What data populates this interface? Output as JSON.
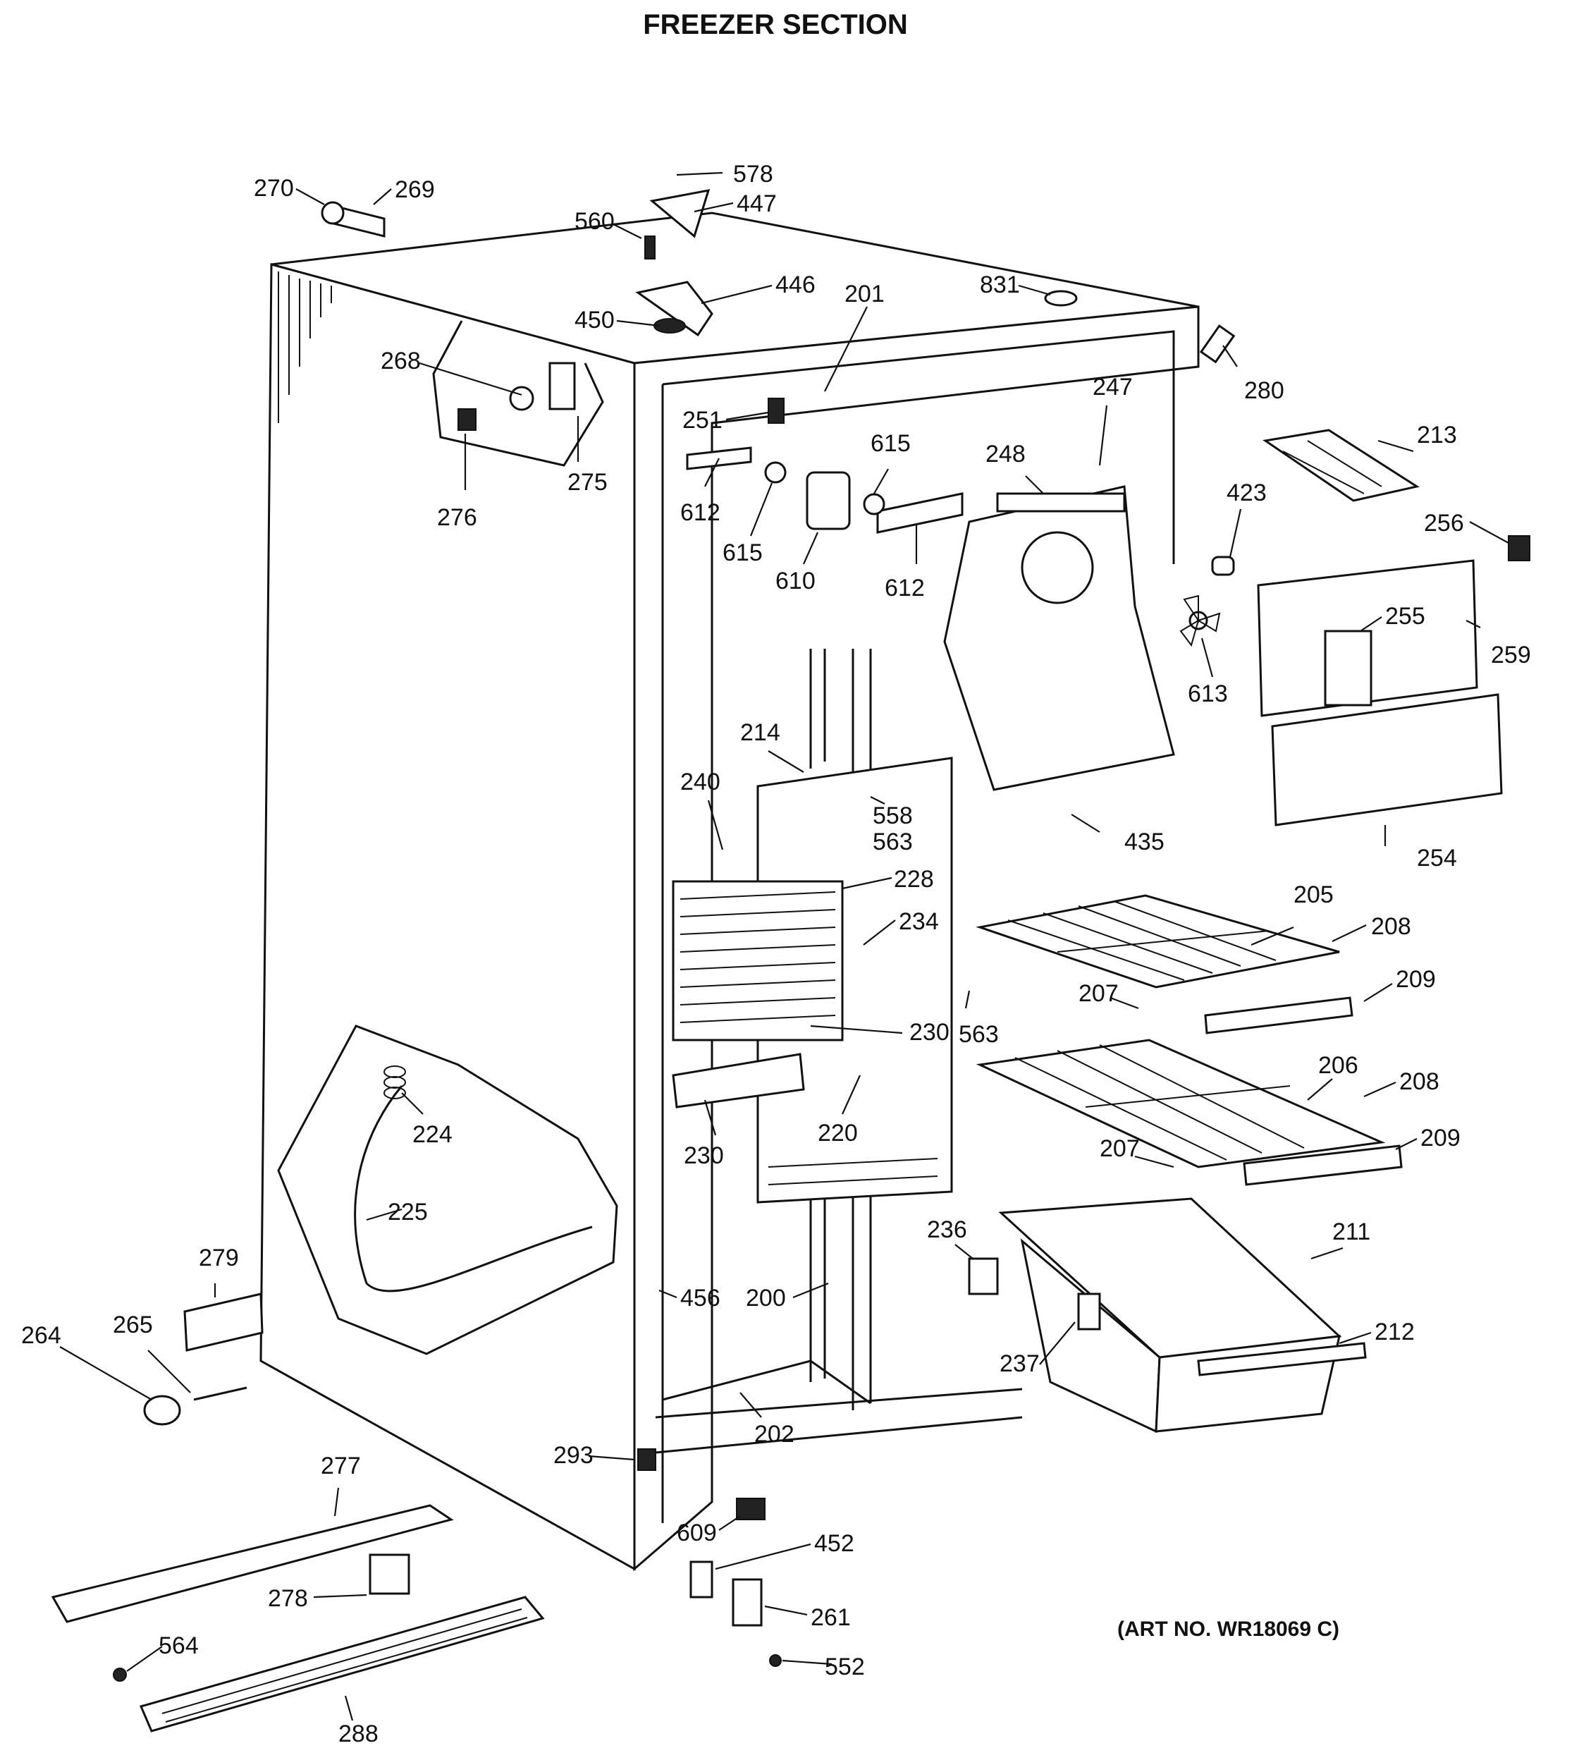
{
  "header": {
    "title": "FREEZER SECTION"
  },
  "footer": {
    "art_number": "(ART NO. WR18069 C)"
  },
  "callouts": [
    "270",
    "269",
    "578",
    "447",
    "560",
    "446",
    "450",
    "201",
    "831",
    "280",
    "268",
    "275",
    "276",
    "251",
    "612",
    "615",
    "610",
    "247",
    "248",
    "213",
    "423",
    "256",
    "255",
    "259",
    "613",
    "214",
    "240",
    "558",
    "563",
    "228",
    "234",
    "435",
    "254",
    "205",
    "208",
    "209",
    "207",
    "230",
    "220",
    "206",
    "224",
    "225",
    "279",
    "236",
    "211",
    "456",
    "200",
    "237",
    "212",
    "264",
    "265",
    "202",
    "293",
    "277",
    "609",
    "452",
    "278",
    "261",
    "564",
    "552",
    "288"
  ]
}
